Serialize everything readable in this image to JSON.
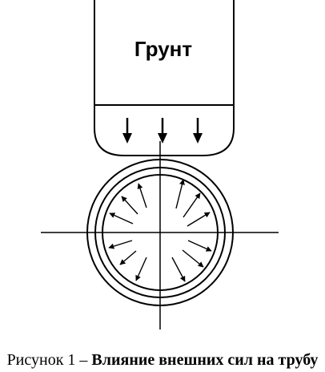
{
  "diagram": {
    "soil_label": "Грунт"
  },
  "caption": {
    "prefix": "Рисунок 1 – ",
    "title": "Влияние внешних сил на трубу"
  }
}
